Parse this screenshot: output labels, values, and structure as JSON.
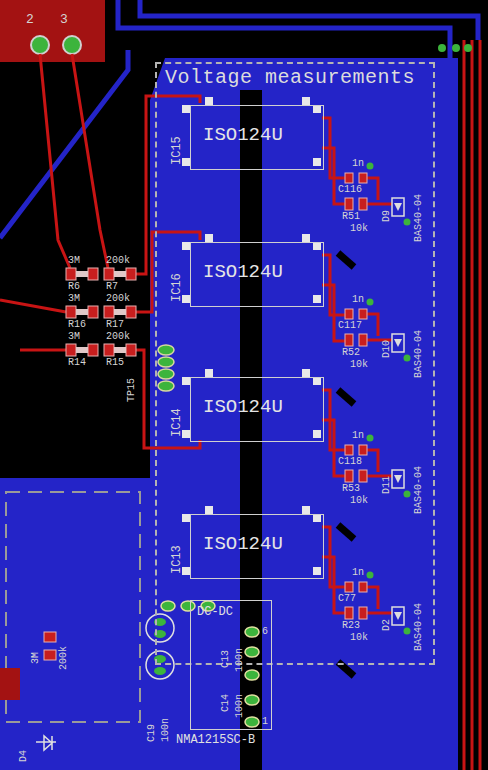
{
  "diagram": {
    "nodes": [
      {
        "text": [
          "Voltage measurements"
        ]
      },
      {
        "text": [
          "ISO124U"
        ],
        "in": 0
      },
      {
        "text": [
          "ISO124U"
        ],
        "in": 0
      },
      {
        "text": [
          "ISO124U"
        ],
        "in": 0
      },
      {
        "text": [
          "ISO124U"
        ],
        "in": 0
      },
      {
        "text": [
          "DC-DC",
          "NMA1215SC-B"
        ]
      }
    ],
    "labels": [
      "2",
      "3",
      "3M",
      "200k",
      "R6",
      "R7",
      "3M",
      "200k",
      "R16",
      "R17",
      "3M",
      "200k",
      "R14",
      "R15",
      "TP15",
      "IC15",
      "IC16",
      "IC14",
      "IC13",
      "1n",
      "C116",
      "R51",
      "10k",
      "D9",
      "BAS40-04",
      "1n",
      "C117",
      "R52",
      "10k",
      "D10",
      "BAS40-04",
      "1n",
      "C118",
      "R53",
      "10k",
      "D11",
      "BAS40-04",
      "1n",
      "C77",
      "R23",
      "10k",
      "D2",
      "BAS40-04",
      "3M",
      "200k",
      "C13",
      "100n",
      "C14",
      "100n",
      "C19",
      "100n",
      "D4",
      "6",
      "1"
    ]
  }
}
